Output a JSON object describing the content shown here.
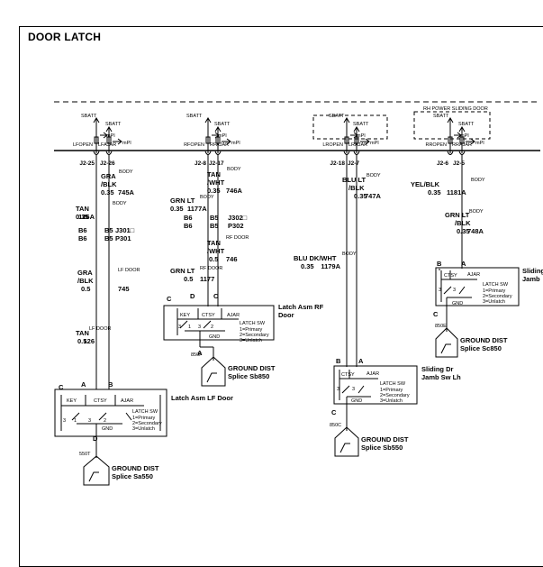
{
  "title": "DOOR LATCH",
  "rh_label": "RH POWER SLIDING DOOR",
  "sbatt": "SBATT",
  "mpi": "mPI",
  "feeds": [
    "LFOPEN",
    "LFAJAR",
    "RFOPEN",
    "RFAJAR",
    "LROPEN",
    "LRAJAR",
    "RROPEN",
    "RRAJAR"
  ],
  "terms": [
    "J2-25",
    "J2-26",
    "J2-8",
    "J2-17",
    "J2-18",
    "J2-7",
    "J2-6",
    "J2-5"
  ],
  "body": "BODY",
  "lf_door": "LF DOOR",
  "rf_door": "RF DOOR",
  "c1": {
    "w1": "GRA",
    "w2": "/BLK",
    "g1": "0.35",
    "c1": "745A",
    "tan": "TAN",
    "tan_g": "0.35",
    "tan_c": "126A",
    "b6": "B6",
    "b5": "B5",
    "j301": "J301□",
    "p301": "P301",
    "w3": "GRA",
    "w4": "/BLK",
    "g2": "0.5",
    "c2": "745",
    "tan2": "TAN",
    "tan2_g": "0.5",
    "tan2_c": "126"
  },
  "c2": {
    "w1": "TAN",
    "w2": "/WHT",
    "g1": "0.35",
    "c1": "746A",
    "grn": "GRN LT",
    "grn_g": "0.35",
    "grn_c": "1177A",
    "b6": "B6",
    "b5": "B5",
    "j302": "J302□",
    "p302": "P302",
    "w3": "TAN",
    "w4": "/WHT",
    "g2": "0.5",
    "c2": "746",
    "grn2": "GRN LT",
    "grn2_g": "0.5",
    "grn2_c": "1177"
  },
  "c3": {
    "w1": "BLU LT",
    "w2": "/BLK",
    "g1": "0.35",
    "c1": "747A",
    "w3": "BLU DK/WHT",
    "g2": "0.35",
    "c2": "1179A"
  },
  "c4": {
    "w1": "YEL/BLK",
    "g1": "0.35",
    "c1": "1181A",
    "w2": "GRN LT",
    "w2b": "/BLK",
    "g2": "0.35",
    "c2": "748A"
  },
  "pins": [
    "A",
    "B",
    "C",
    "D"
  ],
  "latch_lf": "Latch Asm LF Door",
  "latch_rf_1": "Latch Asm RF",
  "latch_rf_2": "Door",
  "jamb_lh_1": "Sliding Dr",
  "jamb_lh_2": "Jamb Sw Lh",
  "jamb_rh_1": "Sliding",
  "jamb_rh_2": "Jamb",
  "key": "KEY",
  "ctsy": "CTSY",
  "ajar": "AJAR",
  "latch_sw": "LATCH SW",
  "primary": "1=Primary",
  "secondary": "2=Secondary",
  "unlatch": "3=Unlatch",
  "gnd": "GND",
  "ground_dist": "GROUND DIST",
  "splice_lf_id": "550T",
  "splice_lf": "Splice Sa550",
  "splice_rf_id": "850F",
  "splice_rf": "Splice Sb850",
  "splice_lr_id": "850C",
  "splice_lr": "Splice Sb550",
  "splice_rr_id": "850E",
  "splice_rr": "Splice Sc850",
  "num": [
    "1",
    "2",
    "3"
  ]
}
